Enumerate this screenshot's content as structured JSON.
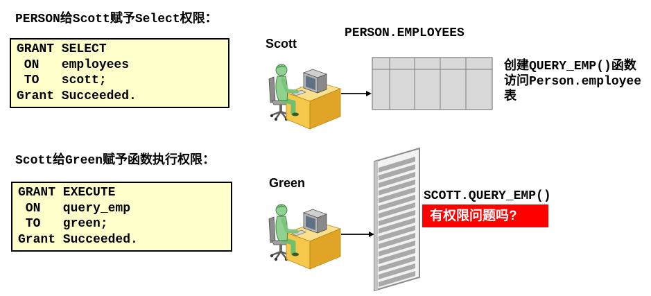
{
  "colors": {
    "page_bg": "#ffffff",
    "code_box_bg": "#ffffcc",
    "code_box_border": "#000000",
    "alert_bg": "#ff0000",
    "alert_text": "#ffffff",
    "table_fill": "#d9d9d9",
    "person": "#8fd18f",
    "desk": "#f5c84c",
    "wall_stripe": "#a9a9a9"
  },
  "icons": {
    "user_workstation": "person-at-computer-icon",
    "arrow": "arrow-right-icon",
    "table": "table-icon",
    "wall": "wall-icon"
  },
  "section1": {
    "heading": "PERSON给Scott赋予Select权限：",
    "code_lines": [
      "GRANT SELECT",
      " ON   employees",
      " TO   scott;",
      "Grant Succeeded."
    ],
    "user_label": "Scott",
    "table_name": "PERSON.EMPLOYEES",
    "note_lines": [
      "创建QUERY_EMP()函数",
      "访问Person.employee",
      "表"
    ]
  },
  "section2": {
    "heading": "Scott给Green赋予函数执行权限：",
    "code_lines": [
      "GRANT EXECUTE",
      " ON   query_emp",
      " TO   green;",
      "Grant Succeeded."
    ],
    "user_label": "Green",
    "function_call": "SCOTT.QUERY_EMP()",
    "alert_text": "有权限问题吗?"
  }
}
